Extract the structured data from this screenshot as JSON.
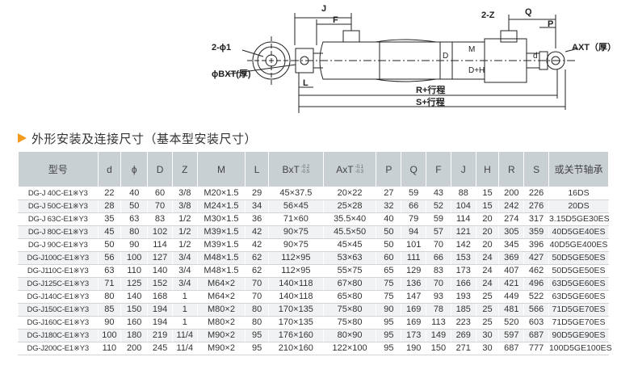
{
  "drawing": {
    "labels": {
      "J": "J",
      "F": "F",
      "Z2": "2-Z",
      "Q": "Q",
      "P": "P",
      "phi1": "2-ϕ1",
      "axt": "AXT（厚）",
      "bxt": "ϕBXT(厚)",
      "D": "D",
      "M": "M",
      "dh": "D+H",
      "d": "d",
      "L": "L",
      "R": "R+行程",
      "S": "S+行程"
    }
  },
  "section": {
    "title": "外形安装及连接尺寸（基本型安装尺寸）"
  },
  "table": {
    "headers": {
      "model": "型号",
      "d": "d",
      "phi": "ϕ",
      "D": "D",
      "Z": "Z",
      "M": "M",
      "L": "L",
      "BxT": "BxT",
      "BxT_tol_top": "-0.2",
      "BxT_tol_bot": "-0.5",
      "AxT": "AxT",
      "AxT_tol_top": "-0.1",
      "AxT_tol_bot": "-0.3",
      "P": "P",
      "Q": "Q",
      "F": "F",
      "J": "J",
      "H": "H",
      "R": "R",
      "S": "S",
      "bearing": "或关节轴承"
    },
    "rows": [
      {
        "model": "DG-J 40C-E1※Y3",
        "d": "22",
        "phi": "40",
        "D": "60",
        "Z": "3/8",
        "M": "M20×1.5",
        "L": "29",
        "BxT": "45×37.5",
        "AxT": "20×22",
        "P": "27",
        "Q": "59",
        "F": "43",
        "J": "88",
        "H": "15",
        "R": "200",
        "S": "226",
        "bearing": "16DS"
      },
      {
        "model": "DG-J 50C-E1※Y3",
        "d": "28",
        "phi": "50",
        "D": "70",
        "Z": "3/8",
        "M": "M24×1.5",
        "L": "34",
        "BxT": "56×45",
        "AxT": "25×28",
        "P": "32",
        "Q": "66",
        "F": "52",
        "J": "104",
        "H": "15",
        "R": "242",
        "S": "276",
        "bearing": "20DS"
      },
      {
        "model": "DG-J 63C-E1※Y3",
        "d": "35",
        "phi": "63",
        "D": "83",
        "Z": "1/2",
        "M": "M30×1.5",
        "L": "36",
        "BxT": "71×60",
        "AxT": "35.5×40",
        "P": "40",
        "Q": "79",
        "F": "59",
        "J": "114",
        "H": "20",
        "R": "274",
        "S": "317",
        "bearing": "3.15D5GE30ES"
      },
      {
        "model": "DG-J 80C-E1※Y3",
        "d": "45",
        "phi": "80",
        "D": "102",
        "Z": "1/2",
        "M": "M39×1.5",
        "L": "42",
        "BxT": "90×75",
        "AxT": "45.5×50",
        "P": "50",
        "Q": "94",
        "F": "57",
        "J": "121",
        "H": "20",
        "R": "305",
        "S": "359",
        "bearing": "40D5GE40ES"
      },
      {
        "model": "DG-J 90C-E1※Y3",
        "d": "50",
        "phi": "90",
        "D": "114",
        "Z": "1/2",
        "M": "M39×1.5",
        "L": "42",
        "BxT": "90×75",
        "AxT": "45×45",
        "P": "50",
        "Q": "101",
        "F": "70",
        "J": "142",
        "H": "20",
        "R": "345",
        "S": "396",
        "bearing": "40D5GE400ES"
      },
      {
        "model": "DG-J100C-E1※Y3",
        "d": "56",
        "phi": "100",
        "D": "127",
        "Z": "3/4",
        "M": "M48×1.5",
        "L": "62",
        "BxT": "112×95",
        "AxT": "53×63",
        "P": "60",
        "Q": "111",
        "F": "66",
        "J": "153",
        "H": "24",
        "R": "369",
        "S": "427",
        "bearing": "50D5GE50ES"
      },
      {
        "model": "DG-J110C-E1※Y3",
        "d": "63",
        "phi": "110",
        "D": "140",
        "Z": "3/4",
        "M": "M48×1.5",
        "L": "62",
        "BxT": "112×95",
        "AxT": "55×75",
        "P": "65",
        "Q": "129",
        "F": "83",
        "J": "173",
        "H": "24",
        "R": "407",
        "S": "462",
        "bearing": "50D5GE50ES"
      },
      {
        "model": "DG-J125C-E1※Y3",
        "d": "71",
        "phi": "125",
        "D": "152",
        "Z": "3/4",
        "M": "M64×2",
        "L": "70",
        "BxT": "140×118",
        "AxT": "67×80",
        "P": "75",
        "Q": "136",
        "F": "70",
        "J": "166",
        "H": "24",
        "R": "421",
        "S": "496",
        "bearing": "63D5GE60ES"
      },
      {
        "model": "DG-J140C-E1※Y3",
        "d": "80",
        "phi": "140",
        "D": "168",
        "Z": "1",
        "M": "M64×2",
        "L": "70",
        "BxT": "140×118",
        "AxT": "65×80",
        "P": "75",
        "Q": "147",
        "F": "93",
        "J": "193",
        "H": "25",
        "R": "449",
        "S": "522",
        "bearing": "63D5GE60ES"
      },
      {
        "model": "DG-J150C-E1※Y3",
        "d": "85",
        "phi": "150",
        "D": "194",
        "Z": "1",
        "M": "M80×2",
        "L": "80",
        "BxT": "170×135",
        "AxT": "75×80",
        "P": "90",
        "Q": "169",
        "F": "78",
        "J": "185",
        "H": "25",
        "R": "481",
        "S": "566",
        "bearing": "71D5GE70ES"
      },
      {
        "model": "DG-J160C-E1※Y3",
        "d": "90",
        "phi": "160",
        "D": "194",
        "Z": "1",
        "M": "M80×2",
        "L": "80",
        "BxT": "170×135",
        "AxT": "75×80",
        "P": "95",
        "Q": "169",
        "F": "113",
        "J": "223",
        "H": "25",
        "R": "520",
        "S": "603",
        "bearing": "71D5GE70ES"
      },
      {
        "model": "DG-J180C-E1※Y3",
        "d": "100",
        "phi": "180",
        "D": "219",
        "Z": "11/4",
        "M": "M90×2",
        "L": "95",
        "BxT": "176×160",
        "AxT": "80×90",
        "P": "95",
        "Q": "173",
        "F": "149",
        "J": "269",
        "H": "30",
        "R": "597",
        "S": "687",
        "bearing": "90D5GE90ES"
      },
      {
        "model": "DG-J200C-E1※Y3",
        "d": "110",
        "phi": "200",
        "D": "245",
        "Z": "11/4",
        "M": "M90×2",
        "L": "95",
        "BxT": "210×160",
        "AxT": "122×100",
        "P": "95",
        "Q": "190",
        "F": "150",
        "J": "271",
        "H": "30",
        "R": "687",
        "S": "777",
        "bearing": "100D5GE100ES"
      }
    ]
  }
}
